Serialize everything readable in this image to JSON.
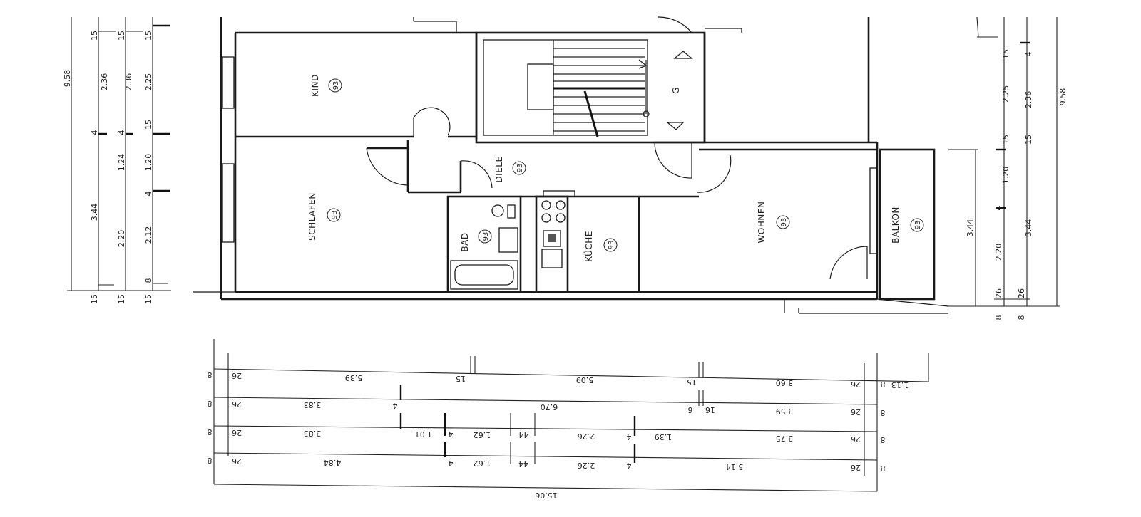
{
  "rooms": {
    "kind": "KIND",
    "schlafen": "SCHLAFEN",
    "bad": "BAD",
    "diele": "DIELE",
    "kueche": "KÜCHE",
    "wohnen": "WOHNEN",
    "balkon": "BALKON",
    "stair": "G"
  },
  "height_mark": "93",
  "left_dims": {
    "col1": [
      "9.58",
      "3.44"
    ],
    "col2": [
      "15",
      "2.36",
      "4",
      "1.24",
      "2.20",
      "15"
    ],
    "col3": [
      "15",
      "2.36",
      "4",
      "15"
    ],
    "col4": [
      "15",
      "2.25",
      "15",
      "1.20",
      "4",
      "2.12",
      "8",
      "15"
    ]
  },
  "right_dims": {
    "col1": [
      "3.44"
    ],
    "col2": [
      "15",
      "2.25",
      "15",
      "1.20",
      "4",
      "2.20",
      "26",
      "8"
    ],
    "col3": [
      "4",
      "2.36",
      "15",
      "3.44",
      "26",
      "8"
    ],
    "col4": [
      "9.58"
    ]
  },
  "bottom_dims": {
    "row1": [
      "8",
      "26",
      "5.39",
      "15",
      "5.09",
      "15",
      "3.60",
      "26",
      "8",
      "1.13"
    ],
    "row2": [
      "8",
      "26",
      "3.83",
      "4",
      "6.70",
      "6",
      "16",
      "3.59",
      "26",
      "8"
    ],
    "row3": [
      "8",
      "26",
      "3.83",
      "1.01",
      "4",
      "1.62",
      "44",
      "2.26",
      "4",
      "1.39",
      "3.75",
      "26",
      "8"
    ],
    "row4": [
      "8",
      "26",
      "4.84",
      "4",
      "1.62",
      "44",
      "2.26",
      "4",
      "5.14",
      "26",
      "8"
    ],
    "total": "15.06"
  }
}
